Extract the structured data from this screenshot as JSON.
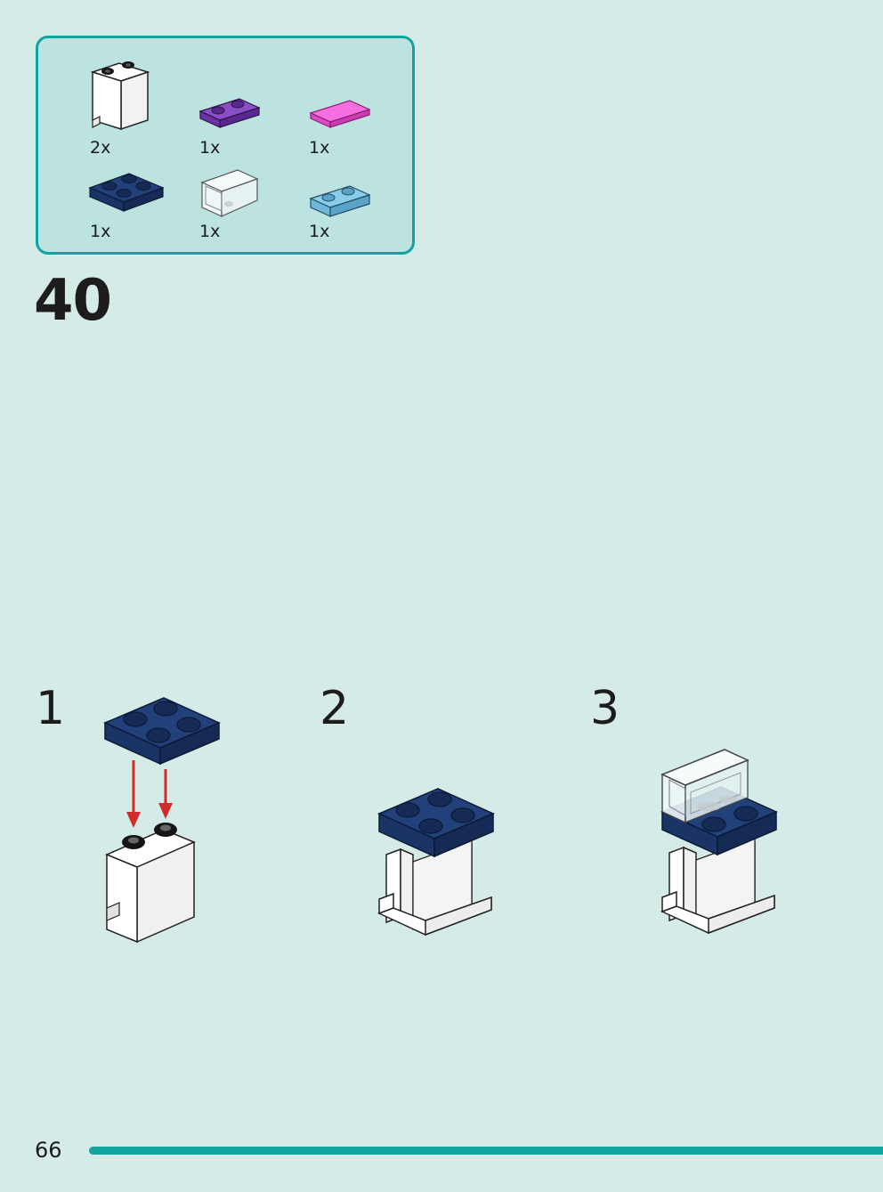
{
  "parts_callout": {
    "items": [
      {
        "name": "white-panel-piece",
        "qty": "2x",
        "color": "#ffffff"
      },
      {
        "name": "purple-plate-1x2",
        "qty": "1x",
        "color": "#7b3fb5"
      },
      {
        "name": "pink-tile-1x2",
        "qty": "1x",
        "color": "#f25bd6"
      },
      {
        "name": "dark-blue-plate-2x2",
        "qty": "1x",
        "color": "#1f3a6e"
      },
      {
        "name": "transparent-panel-piece",
        "qty": "1x",
        "color": "#eef7f7"
      },
      {
        "name": "light-blue-plate-1x2",
        "qty": "1x",
        "color": "#7ec4e6"
      }
    ]
  },
  "main_step": {
    "number": "40"
  },
  "sub_steps": [
    {
      "number": "1",
      "icon": "step-1-assembly-figure"
    },
    {
      "number": "2",
      "icon": "step-2-assembly-figure"
    },
    {
      "number": "3",
      "icon": "step-3-assembly-figure"
    }
  ],
  "colors": {
    "page_background": "#d4ebe8",
    "accent": "#11a3a0",
    "arrow": "#d22b2b",
    "dark_blue": "#1f3a6e"
  },
  "footer": {
    "page_number": "66"
  }
}
